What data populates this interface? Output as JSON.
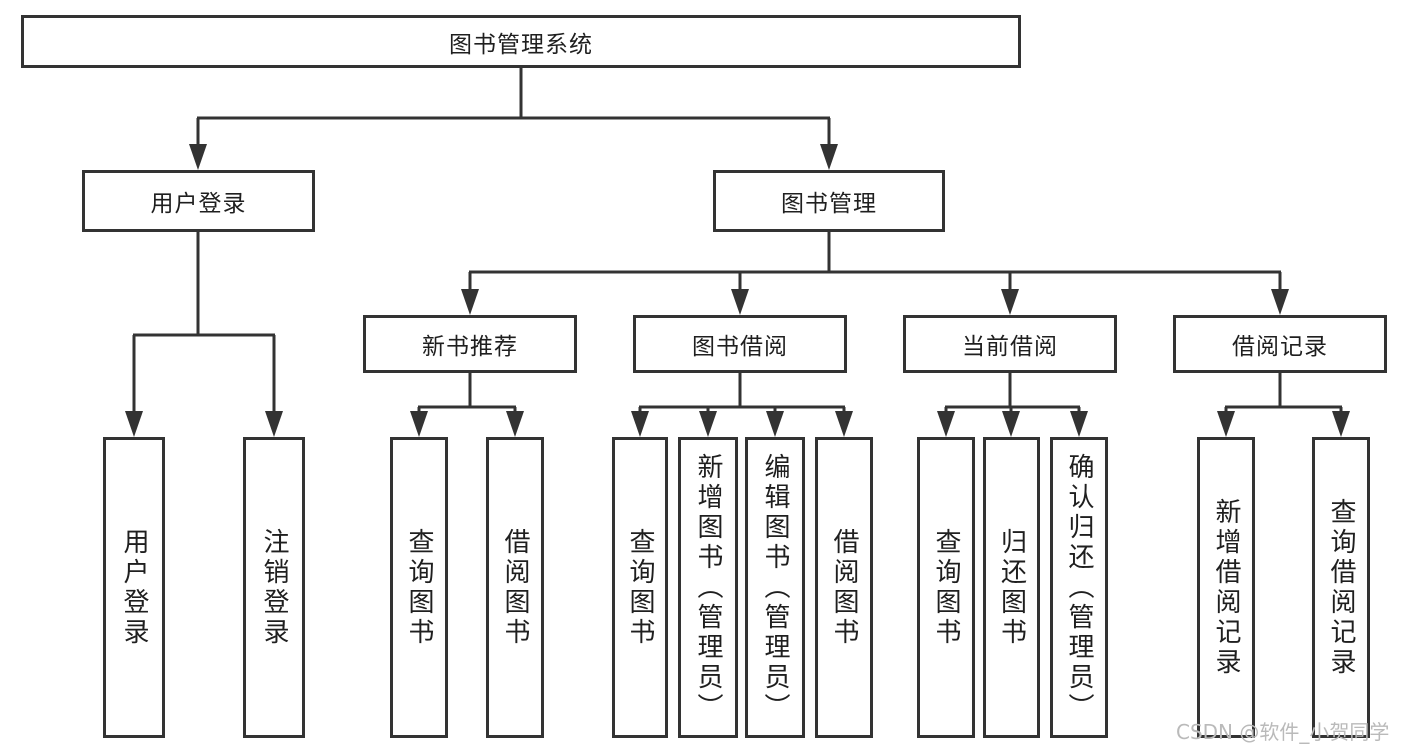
{
  "diagram": {
    "colors": {
      "line": "#333333",
      "box_border": "#333333",
      "text": "#1f1f1f",
      "watermark": "#bababa",
      "background": "#ffffff"
    },
    "root": {
      "label": "图书管理系统"
    },
    "level2": [
      {
        "label": "用户登录"
      },
      {
        "label": "图书管理"
      }
    ],
    "level3": [
      {
        "label": "新书推荐"
      },
      {
        "label": "图书借阅"
      },
      {
        "label": "当前借阅"
      },
      {
        "label": "借阅记录"
      }
    ],
    "level4": [
      {
        "label": "用户登录"
      },
      {
        "label": "注销登录"
      },
      {
        "label": "查询图书"
      },
      {
        "label": "借阅图书"
      },
      {
        "label": "查询图书"
      },
      {
        "label": "新增图书（管理员）"
      },
      {
        "label": "编辑图书（管理员）"
      },
      {
        "label": "借阅图书"
      },
      {
        "label": "查询图书"
      },
      {
        "label": "归还图书"
      },
      {
        "label": "确认归还（管理员）"
      },
      {
        "label": "新增借阅记录"
      },
      {
        "label": "查询借阅记录"
      }
    ],
    "watermark": "CSDN @软件_小贺同学"
  }
}
